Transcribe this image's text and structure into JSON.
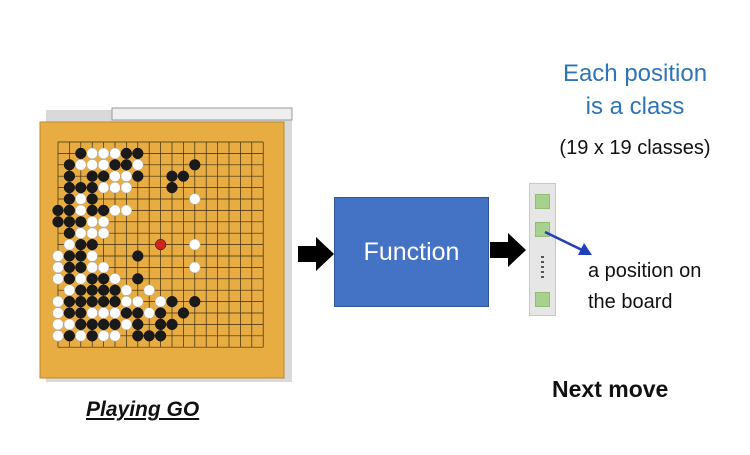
{
  "board": {
    "size": 19,
    "board_color": "#e8ad42",
    "grid_color": "#3a2a10",
    "red_stone": [
      9,
      9
    ],
    "black_stones": [
      [
        1,
        2
      ],
      [
        1,
        6
      ],
      [
        1,
        7
      ],
      [
        2,
        1
      ],
      [
        2,
        5
      ],
      [
        2,
        6
      ],
      [
        2,
        12
      ],
      [
        3,
        1
      ],
      [
        3,
        3
      ],
      [
        3,
        4
      ],
      [
        3,
        7
      ],
      [
        3,
        10
      ],
      [
        3,
        11
      ],
      [
        4,
        1
      ],
      [
        4,
        2
      ],
      [
        4,
        3
      ],
      [
        4,
        10
      ],
      [
        5,
        1
      ],
      [
        5,
        3
      ],
      [
        6,
        0
      ],
      [
        6,
        1
      ],
      [
        6,
        3
      ],
      [
        6,
        4
      ],
      [
        7,
        0
      ],
      [
        7,
        1
      ],
      [
        7,
        2
      ],
      [
        8,
        1
      ],
      [
        9,
        2
      ],
      [
        9,
        3
      ],
      [
        10,
        1
      ],
      [
        10,
        2
      ],
      [
        11,
        1
      ],
      [
        11,
        2
      ],
      [
        12,
        1
      ],
      [
        12,
        3
      ],
      [
        12,
        4
      ],
      [
        13,
        2
      ],
      [
        13,
        3
      ],
      [
        13,
        4
      ],
      [
        13,
        5
      ],
      [
        14,
        1
      ],
      [
        14,
        2
      ],
      [
        14,
        3
      ],
      [
        14,
        4
      ],
      [
        14,
        5
      ],
      [
        14,
        10
      ],
      [
        14,
        12
      ],
      [
        15,
        1
      ],
      [
        15,
        2
      ],
      [
        15,
        6
      ],
      [
        15,
        7
      ],
      [
        15,
        9
      ],
      [
        15,
        11
      ],
      [
        16,
        2
      ],
      [
        16,
        3
      ],
      [
        16,
        4
      ],
      [
        16,
        5
      ],
      [
        16,
        7
      ],
      [
        16,
        9
      ],
      [
        16,
        10
      ],
      [
        17,
        1
      ],
      [
        17,
        3
      ],
      [
        17,
        7
      ],
      [
        17,
        8
      ],
      [
        17,
        9
      ],
      [
        10,
        7
      ],
      [
        12,
        7
      ]
    ],
    "white_stones": [
      [
        1,
        3
      ],
      [
        1,
        4
      ],
      [
        1,
        5
      ],
      [
        2,
        2
      ],
      [
        2,
        3
      ],
      [
        2,
        4
      ],
      [
        2,
        7
      ],
      [
        3,
        5
      ],
      [
        3,
        6
      ],
      [
        4,
        4
      ],
      [
        4,
        5
      ],
      [
        4,
        6
      ],
      [
        5,
        2
      ],
      [
        5,
        12
      ],
      [
        6,
        2
      ],
      [
        6,
        5
      ],
      [
        6,
        6
      ],
      [
        7,
        3
      ],
      [
        7,
        4
      ],
      [
        8,
        2
      ],
      [
        8,
        3
      ],
      [
        8,
        4
      ],
      [
        9,
        1
      ],
      [
        9,
        12
      ],
      [
        10,
        0
      ],
      [
        10,
        3
      ],
      [
        11,
        0
      ],
      [
        11,
        3
      ],
      [
        11,
        4
      ],
      [
        11,
        12
      ],
      [
        12,
        0
      ],
      [
        12,
        2
      ],
      [
        12,
        5
      ],
      [
        13,
        1
      ],
      [
        13,
        6
      ],
      [
        13,
        8
      ],
      [
        14,
        0
      ],
      [
        14,
        6
      ],
      [
        14,
        7
      ],
      [
        14,
        9
      ],
      [
        15,
        0
      ],
      [
        15,
        3
      ],
      [
        15,
        4
      ],
      [
        15,
        5
      ],
      [
        15,
        8
      ],
      [
        16,
        0
      ],
      [
        16,
        1
      ],
      [
        16,
        6
      ],
      [
        17,
        0
      ],
      [
        17,
        2
      ],
      [
        17,
        4
      ],
      [
        17,
        5
      ]
    ]
  },
  "caption": "Playing GO",
  "function_label": "Function",
  "colors": {
    "box": "#4472c4",
    "title": "#2e75b6",
    "cell": "#a9d18e",
    "pointer": "#1f3fbf"
  },
  "classes": {
    "title_line1": "Each position",
    "title_line2": "is a class",
    "count": "(19 x 19 classes)"
  },
  "annotation": {
    "line1": "a position on",
    "line2": "the board"
  },
  "output_label": "Next move"
}
